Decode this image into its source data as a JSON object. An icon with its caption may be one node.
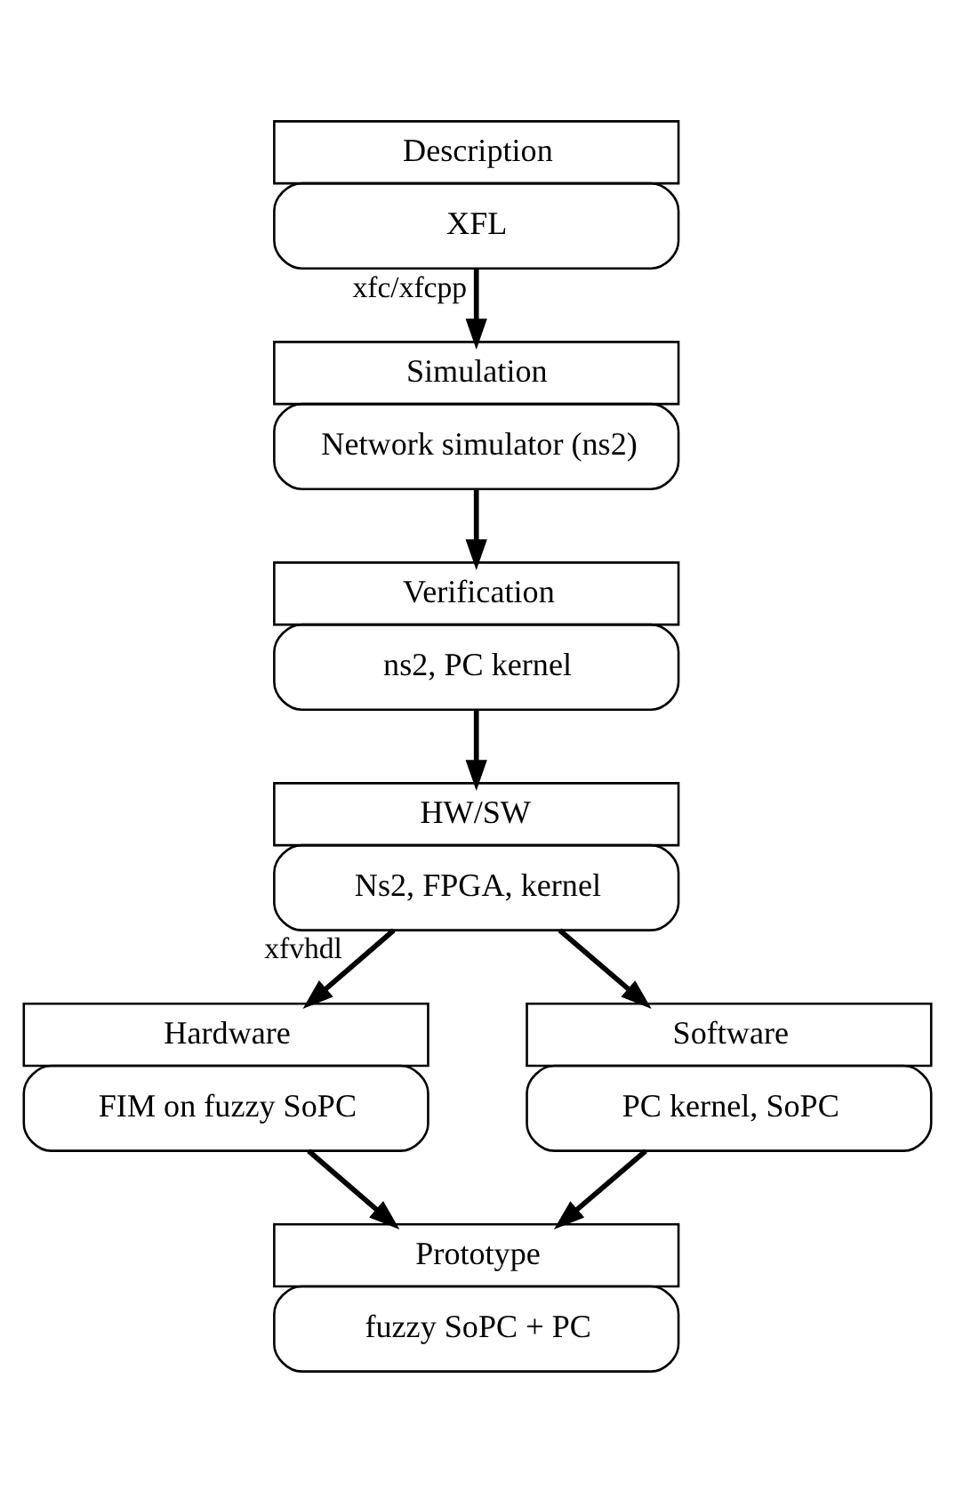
{
  "diagram": {
    "nodes": [
      {
        "text": [
          "Description",
          "XFL"
        ]
      },
      {
        "text": [
          "Simulation",
          "Network simulator (ns2)"
        ]
      },
      {
        "text": [
          "Verification",
          "ns2, PC kernel"
        ]
      },
      {
        "text": [
          "HW/SW",
          "Ns2, FPGA, kernel"
        ]
      },
      {
        "text": [
          "Hardware",
          "FIM on fuzzy SoPC"
        ]
      },
      {
        "text": [
          "Software",
          "PC kernel, SoPC"
        ]
      },
      {
        "text": [
          "Prototype",
          "fuzzy SoPC + PC"
        ]
      }
    ],
    "edges": [
      {
        "from": 0,
        "to": 1,
        "arrow": "to",
        "label": "xfc/xfcpp"
      },
      {
        "from": 1,
        "to": 2,
        "arrow": "to"
      },
      {
        "from": 2,
        "to": 3,
        "arrow": "to"
      },
      {
        "from": 3,
        "to": 4,
        "arrow": "to",
        "label": "xfvhdl"
      },
      {
        "from": 3,
        "to": 5,
        "arrow": "to"
      },
      {
        "from": 4,
        "to": 6,
        "arrow": "to"
      },
      {
        "from": 5,
        "to": 6,
        "arrow": "to"
      }
    ]
  }
}
